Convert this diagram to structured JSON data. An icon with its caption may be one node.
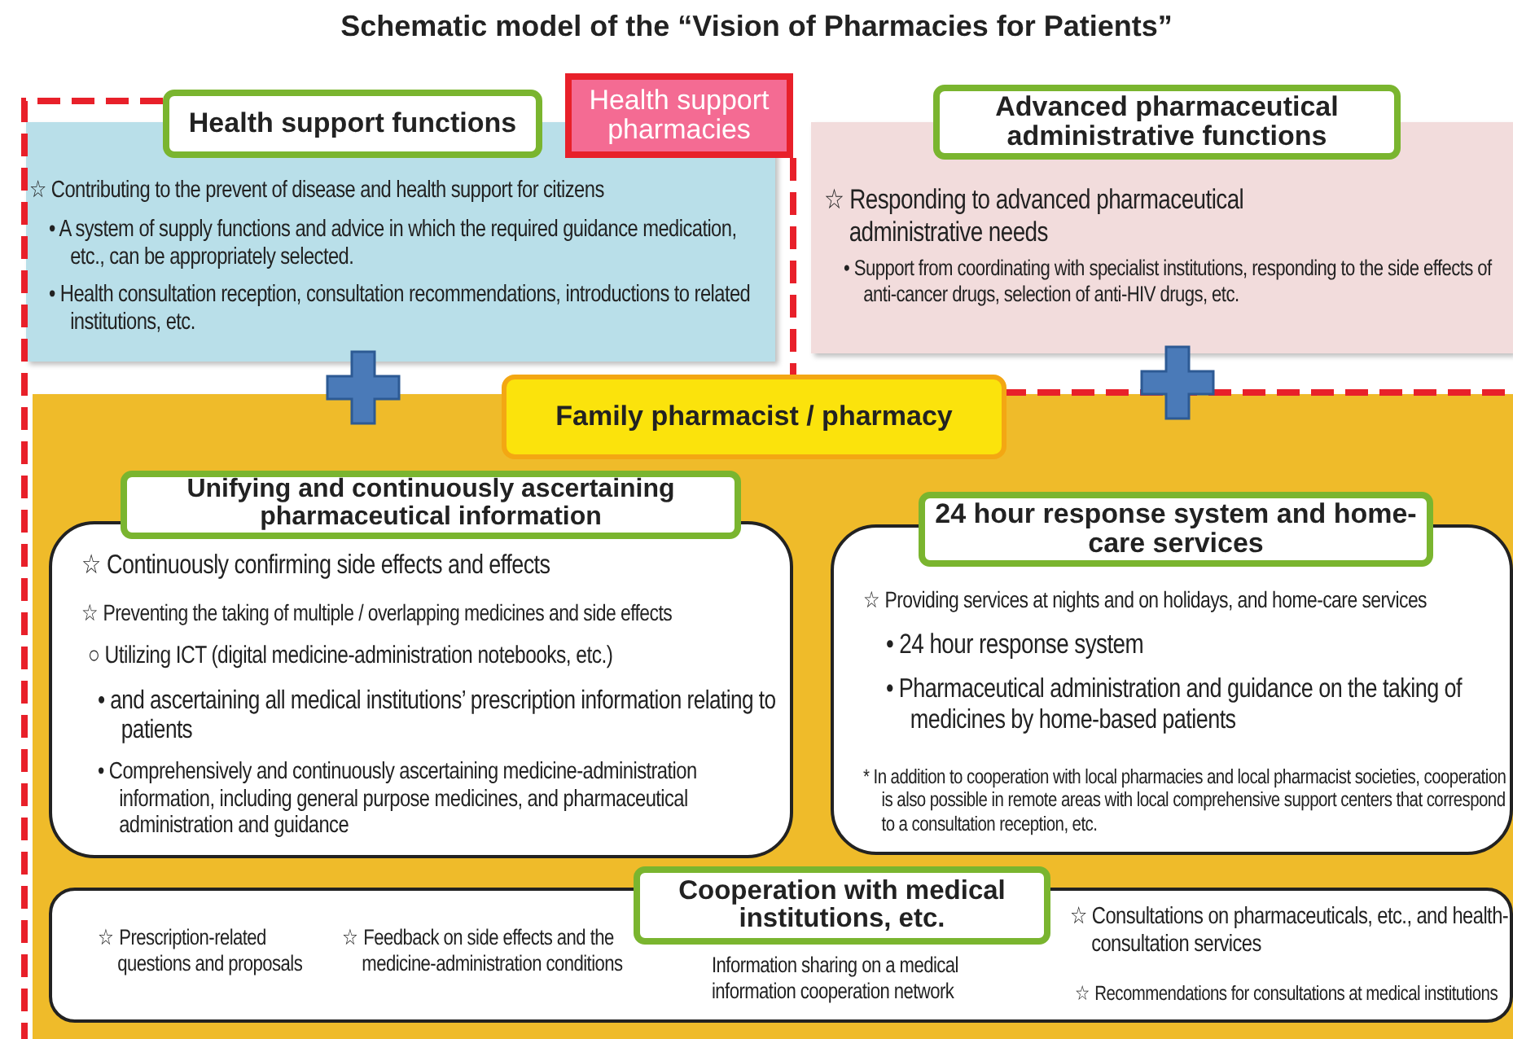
{
  "diagram": {
    "title": "Schematic model of the “Vision of Pharmacies for Patients”",
    "nodes": [
      {
        "text": [
          "Health support pharmacies"
        ]
      },
      {
        "text": [
          "Health support functions",
          "☆ Contributing to the prevent of disease and health support for citizens",
          "• A system of supply functions and advice in which the required guidance medication, etc., can be appropriately selected.",
          "• Health consultation reception, consultation recommendations, introductions to related institutions, etc."
        ]
      },
      {
        "text": [
          "Advanced pharmaceutical administrative functions",
          "☆ Responding to advanced pharmaceutical administrative needs",
          "• Support from coordinating with specialist institutions, responding to the side effects of anti-cancer drugs, selection of anti-HIV drugs, etc."
        ]
      },
      {
        "text": [
          "Family pharmacist / pharmacy"
        ]
      },
      {
        "text": [
          "Unifying and continuously ascertaining pharmaceutical information",
          "☆ Continuously confirming side effects and effects",
          "☆ Preventing the taking of multiple / overlapping medicines and side effects",
          "○ Utilizing ICT (digital medicine-administration notebooks, etc.)",
          "• and ascertaining all medical institutions’ prescription information relating to patients",
          "• Comprehensively and continuously ascertaining medicine-administration information, including general purpose medicines, and pharmaceutical administration and guidance"
        ],
        "in": 3
      },
      {
        "text": [
          "24 hour response system and home-care services",
          "☆ Providing services at nights and on holidays, and home-care services",
          "• 24 hour response system",
          "• Pharmaceutical administration and guidance on the taking of medicines by home-based patients",
          "* In addition to cooperation with local pharmacies and local pharmacist societies, cooperation is also possible in remote areas with local comprehensive support centers that correspond to a consultation reception, etc."
        ],
        "in": 3
      },
      {
        "text": [
          "Cooperation with medical institutions, etc.",
          "☆ Prescription-related questions and proposals",
          "☆ Feedback on side effects and the medicine-administration conditions",
          "Information sharing on a medical information cooperation network",
          "☆ Consultations on pharmaceuticals, etc., and health-consultation services",
          "☆ Recommendations for consultations at medical institutions"
        ],
        "in": 3
      }
    ]
  }
}
